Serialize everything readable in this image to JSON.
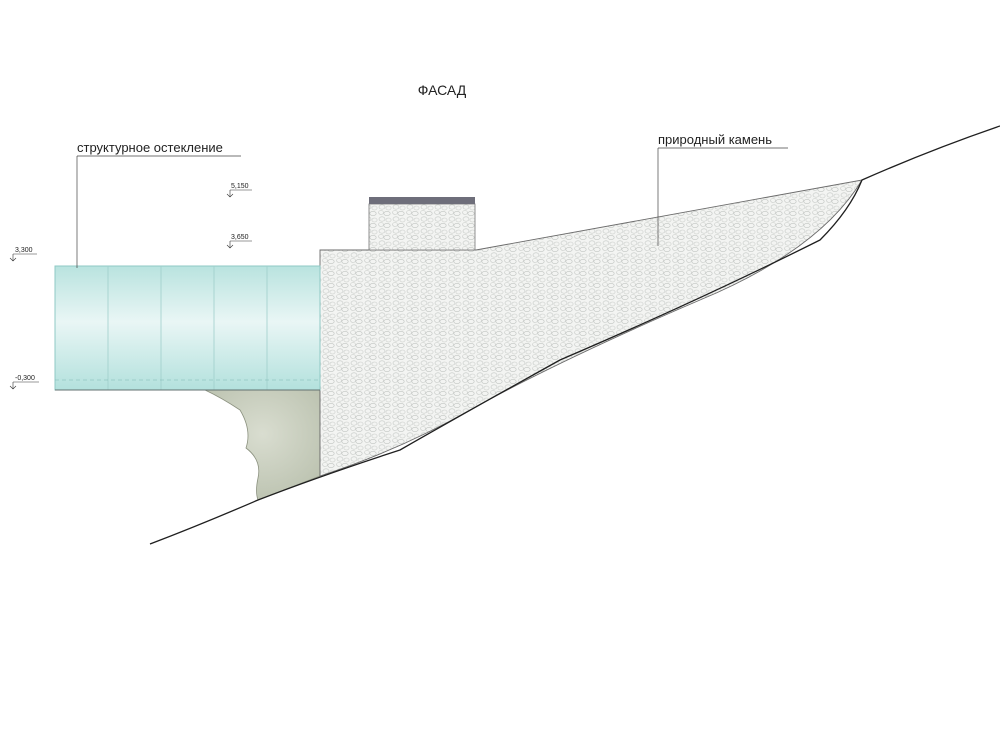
{
  "title": "ФАСАД",
  "callouts": {
    "glazing": "структурное остекление",
    "stone": "природный камень"
  },
  "elevations": [
    "5,150",
    "3,650",
    "3,300",
    "-0,300"
  ],
  "colors": {
    "glass": "#bfe6e3",
    "glass_edge": "#8fc9c5",
    "stone_fill": "#f1f3f1",
    "stone_texture": "#c9cdca",
    "rock": "#c9cfbe",
    "cap": "#6e6e7a",
    "line": "#1f1f1f"
  }
}
